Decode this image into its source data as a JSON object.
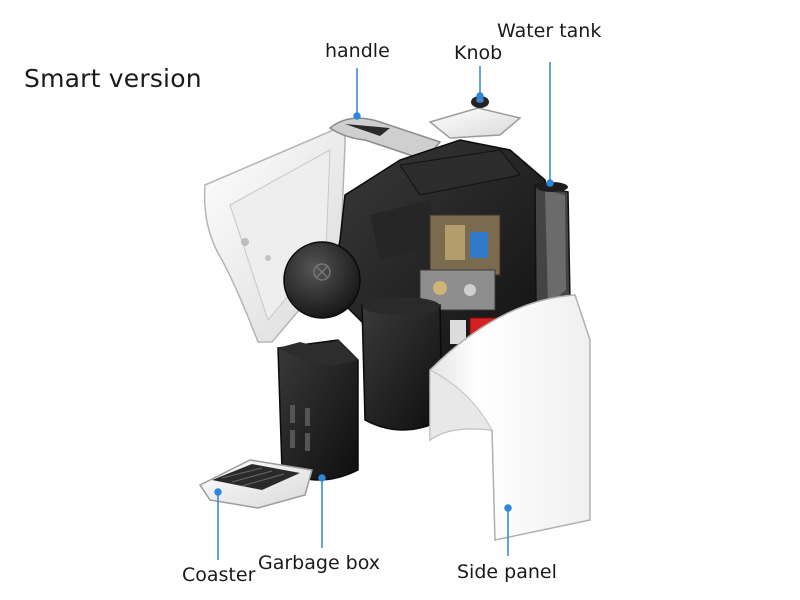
{
  "title": "Smart version",
  "labels": {
    "handle": "handle",
    "knob": "Knob",
    "water_tank": "Water tank",
    "coaster": "Coaster",
    "garbage_box": "Garbage box",
    "side_panel": "Side panel"
  },
  "colors": {
    "leader": "#2f86d8",
    "body_dark": "#1b1b1b",
    "panel_white": "#f4f4f4",
    "accent_red": "#d71f1f",
    "accent_blue": "#2f79c9"
  }
}
